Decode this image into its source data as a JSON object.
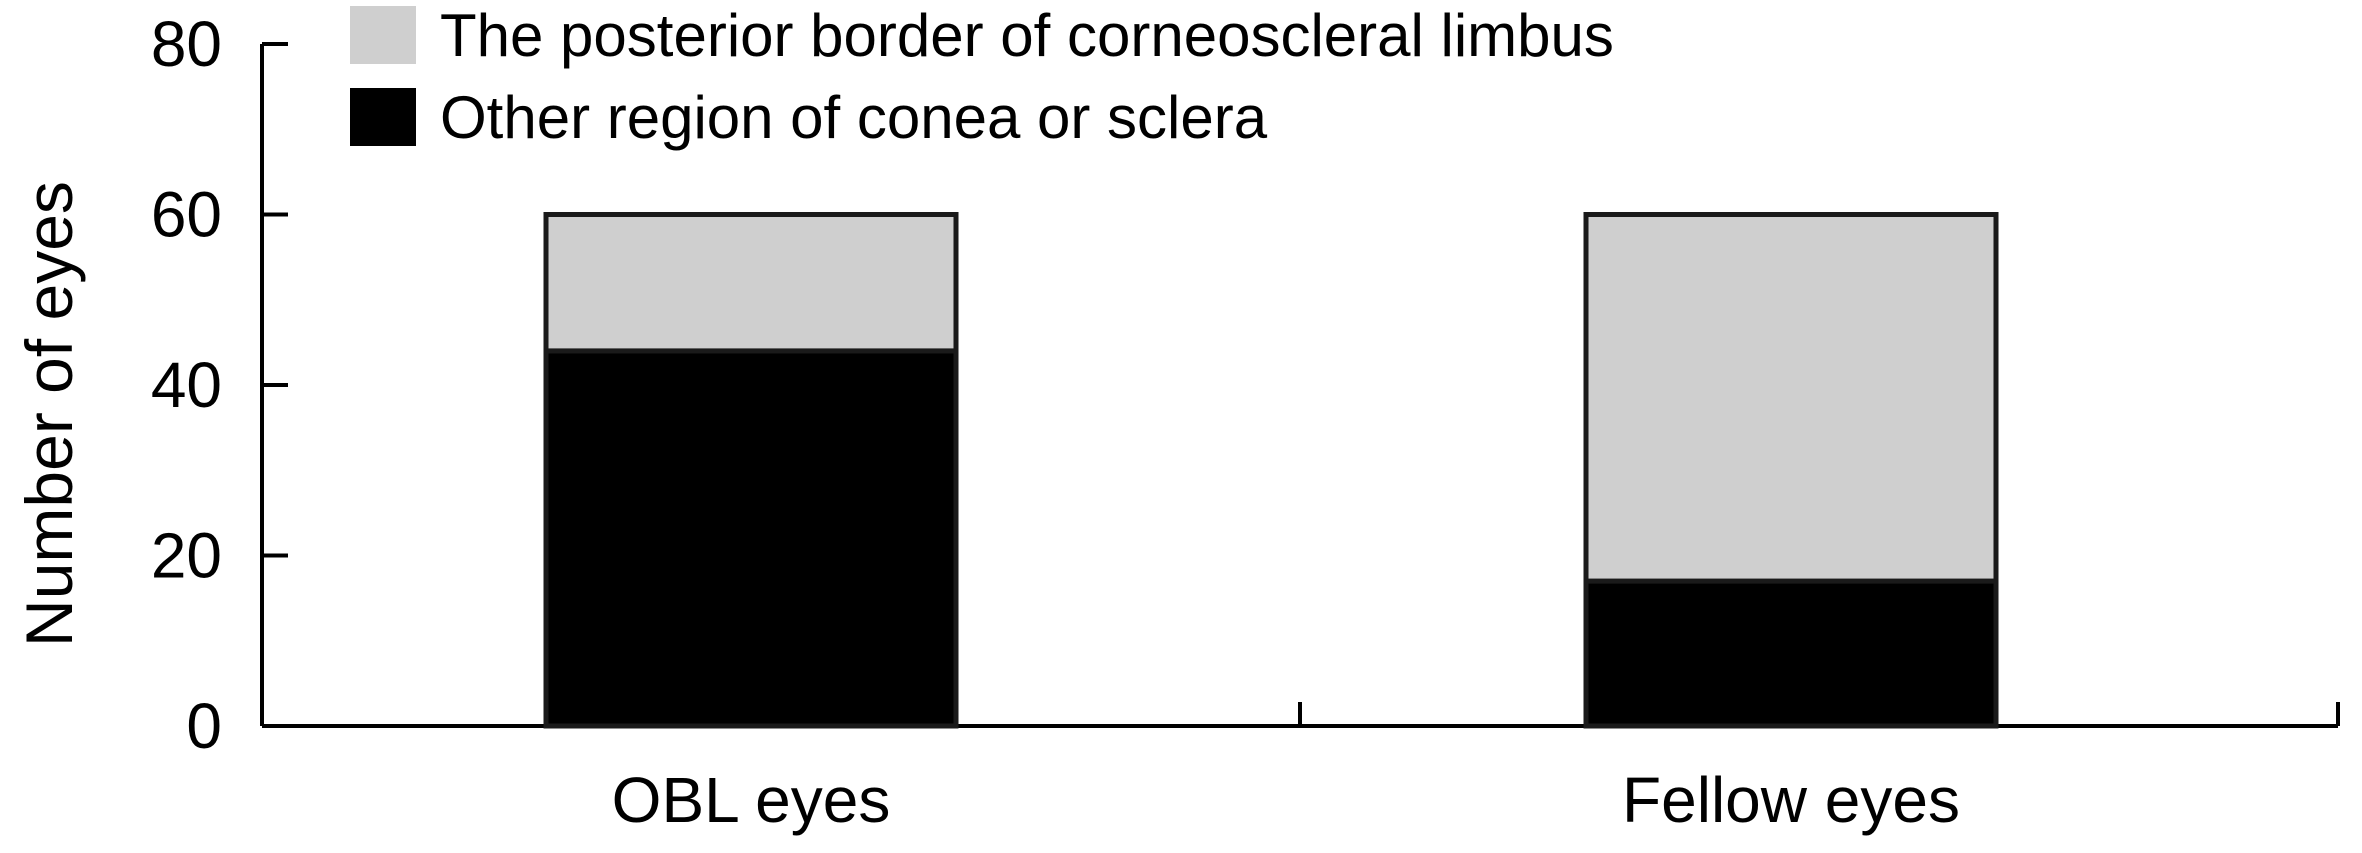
{
  "chart_data": {
    "type": "bar",
    "stacked": true,
    "categories": [
      "OBL eyes",
      "Fellow eyes"
    ],
    "series": [
      {
        "name": "Other region of conea or sclera",
        "values": [
          44,
          17
        ],
        "color": "#000000"
      },
      {
        "name": "The posterior border of corneoscleral limbus",
        "values": [
          16,
          43
        ],
        "color": "#cfcfcf"
      }
    ],
    "totals": [
      60,
      60
    ],
    "title": "",
    "xlabel": "",
    "ylabel": "Number of eyes",
    "ylim": [
      0,
      80
    ],
    "yticks": [
      "0",
      "20",
      "40",
      "60",
      "80"
    ],
    "grid": false,
    "legend_position": "top-left"
  }
}
